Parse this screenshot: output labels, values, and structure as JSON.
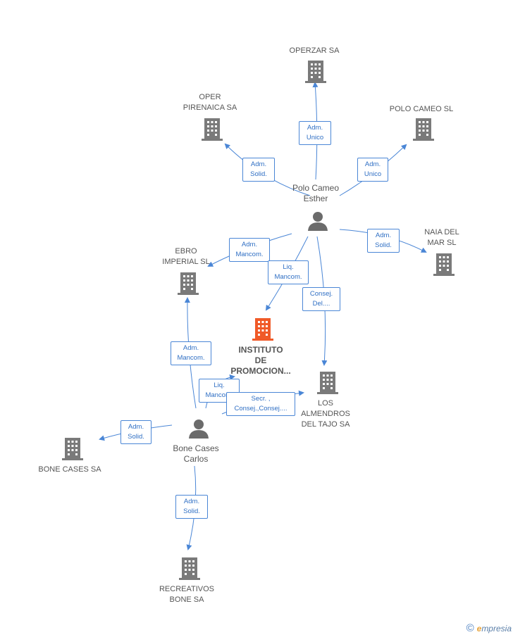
{
  "colors": {
    "edge": "#4a86d6",
    "building": "#7a7a7a",
    "building_highlight": "#f05a28",
    "person": "#6b6b6b"
  },
  "nodes": {
    "operzar": "OPERZAR SA",
    "oper_pirenaica": "OPER\nPIRENAICA SA",
    "polo_cameo_sl": "POLO CAMEO SL",
    "naia": "NAIA DEL\nMAR SL",
    "ebro": "EBRO\nIMPERIAL SL",
    "instituto": "INSTITUTO\nDE\nPROMOCION...",
    "almendros": "LOS\nALMENDROS\nDEL TAJO SA",
    "bone_sa": "BONE CASES SA",
    "recreativos": "RECREATIVOS\nBONE SA",
    "person_polo": "Polo Cameo\nEsther",
    "person_bone": "Bone Cases\nCarlos"
  },
  "edge_labels": {
    "e1": "Adm.\nUnico",
    "e2": "Adm.\nSolid.",
    "e3": "Adm.\nUnico",
    "e4": "Adm.\nSolid.",
    "e5": "Adm.\nMancom.",
    "e6": "Liq.\nMancom.",
    "e7": "Consej.\nDel....",
    "e8": "Adm.\nMancom.",
    "e9": "Liq.\nMancom.",
    "e10": "Secr. ,\nConsej.,Consej....",
    "e11": "Adm.\nSolid.",
    "e12": "Adm.\nSolid."
  },
  "footer": {
    "copyright": "©",
    "brand_initial": "e",
    "brand_rest": "mpresia"
  }
}
